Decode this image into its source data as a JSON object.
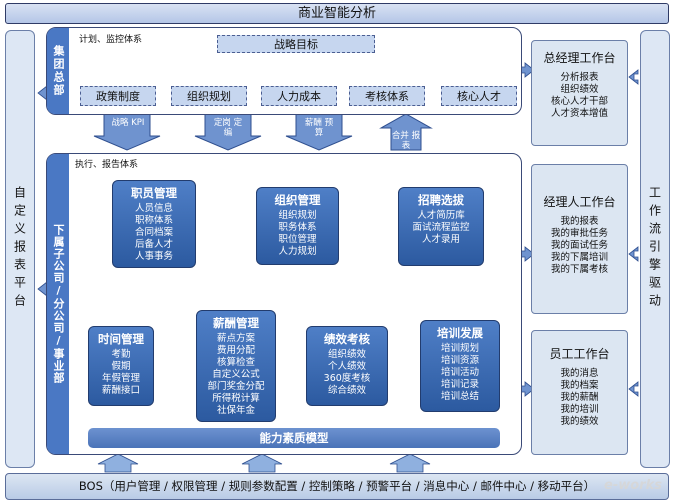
{
  "title": "商业智能分析",
  "left_column": {
    "text": "自定义报表平台"
  },
  "right_column": {
    "text": "工作流引擎驱动"
  },
  "top_panel": {
    "tag": "集团总部",
    "caption": "计划、监控体系",
    "goal": "战略目标",
    "items": [
      "政策制度",
      "组织规划",
      "人力成本",
      "考核体系",
      "核心人才"
    ]
  },
  "arrows": [
    {
      "label": "战略 KPI",
      "direction": "down"
    },
    {
      "label": "定岗 定编",
      "direction": "down"
    },
    {
      "label": "薪酬 预算",
      "direction": "down"
    },
    {
      "label": "合并 报表",
      "direction": "up"
    }
  ],
  "bottom_panel": {
    "tag": "下属子公司/分公司/事业部",
    "caption": "执行、报告体系",
    "cards": {
      "employee": {
        "title": "职员管理",
        "lines": [
          "人员信息",
          "职称体系",
          "合同档案",
          "后备人才",
          "人事事务"
        ]
      },
      "org": {
        "title": "组织管理",
        "lines": [
          "组织规划",
          "职务体系",
          "职位管理",
          "人力规划"
        ]
      },
      "recruit": {
        "title": "招聘选拔",
        "lines": [
          "人才简历库",
          "面试流程监控",
          "人才录用"
        ]
      },
      "time": {
        "title": "时间管理",
        "lines": [
          "考勤",
          "假期",
          "年假管理",
          "薪酬接口"
        ]
      },
      "salary": {
        "title": "薪酬管理",
        "lines": [
          "薪点方案",
          "费用分配",
          "核算检查",
          "自定义公式",
          "部门奖金分配",
          "所得税计算",
          "社保年金"
        ]
      },
      "perf": {
        "title": "绩效考核",
        "lines": [
          "组织绩效",
          "个人绩效",
          "360度考核",
          "综合绩效"
        ]
      },
      "train": {
        "title": "培训发展",
        "lines": [
          "培训规划",
          "培训资源",
          "培训活动",
          "培训记录",
          "培训总结"
        ]
      }
    },
    "model": "能力素质模型"
  },
  "workstations": [
    {
      "title": "总经理工作台",
      "lines": [
        "分析报表",
        "组织绩效",
        "核心人才干部",
        "人才资本增值"
      ]
    },
    {
      "title": "经理人工作台",
      "lines": [
        "我的报表",
        "我的审批任务",
        "我的面试任务",
        "我的下属培训",
        "我的下属考核"
      ]
    },
    {
      "title": "员工工作台",
      "lines": [
        "我的消息",
        "我的档案",
        "我的薪酬",
        "我的培训",
        "我的绩效"
      ]
    }
  ],
  "bos": "BOS（用户管理 / 权限管理 / 规则参数配置 / 控制策略 / 预警平台 / 消息中心 / 邮件中心 / 移动平台）",
  "watermark": "e-works",
  "colors": {
    "card": "#2c5aa0",
    "panel_fill": "#dde7f4",
    "dashed_fill": "#c6d6ef",
    "arrow": "#6f93cf"
  }
}
